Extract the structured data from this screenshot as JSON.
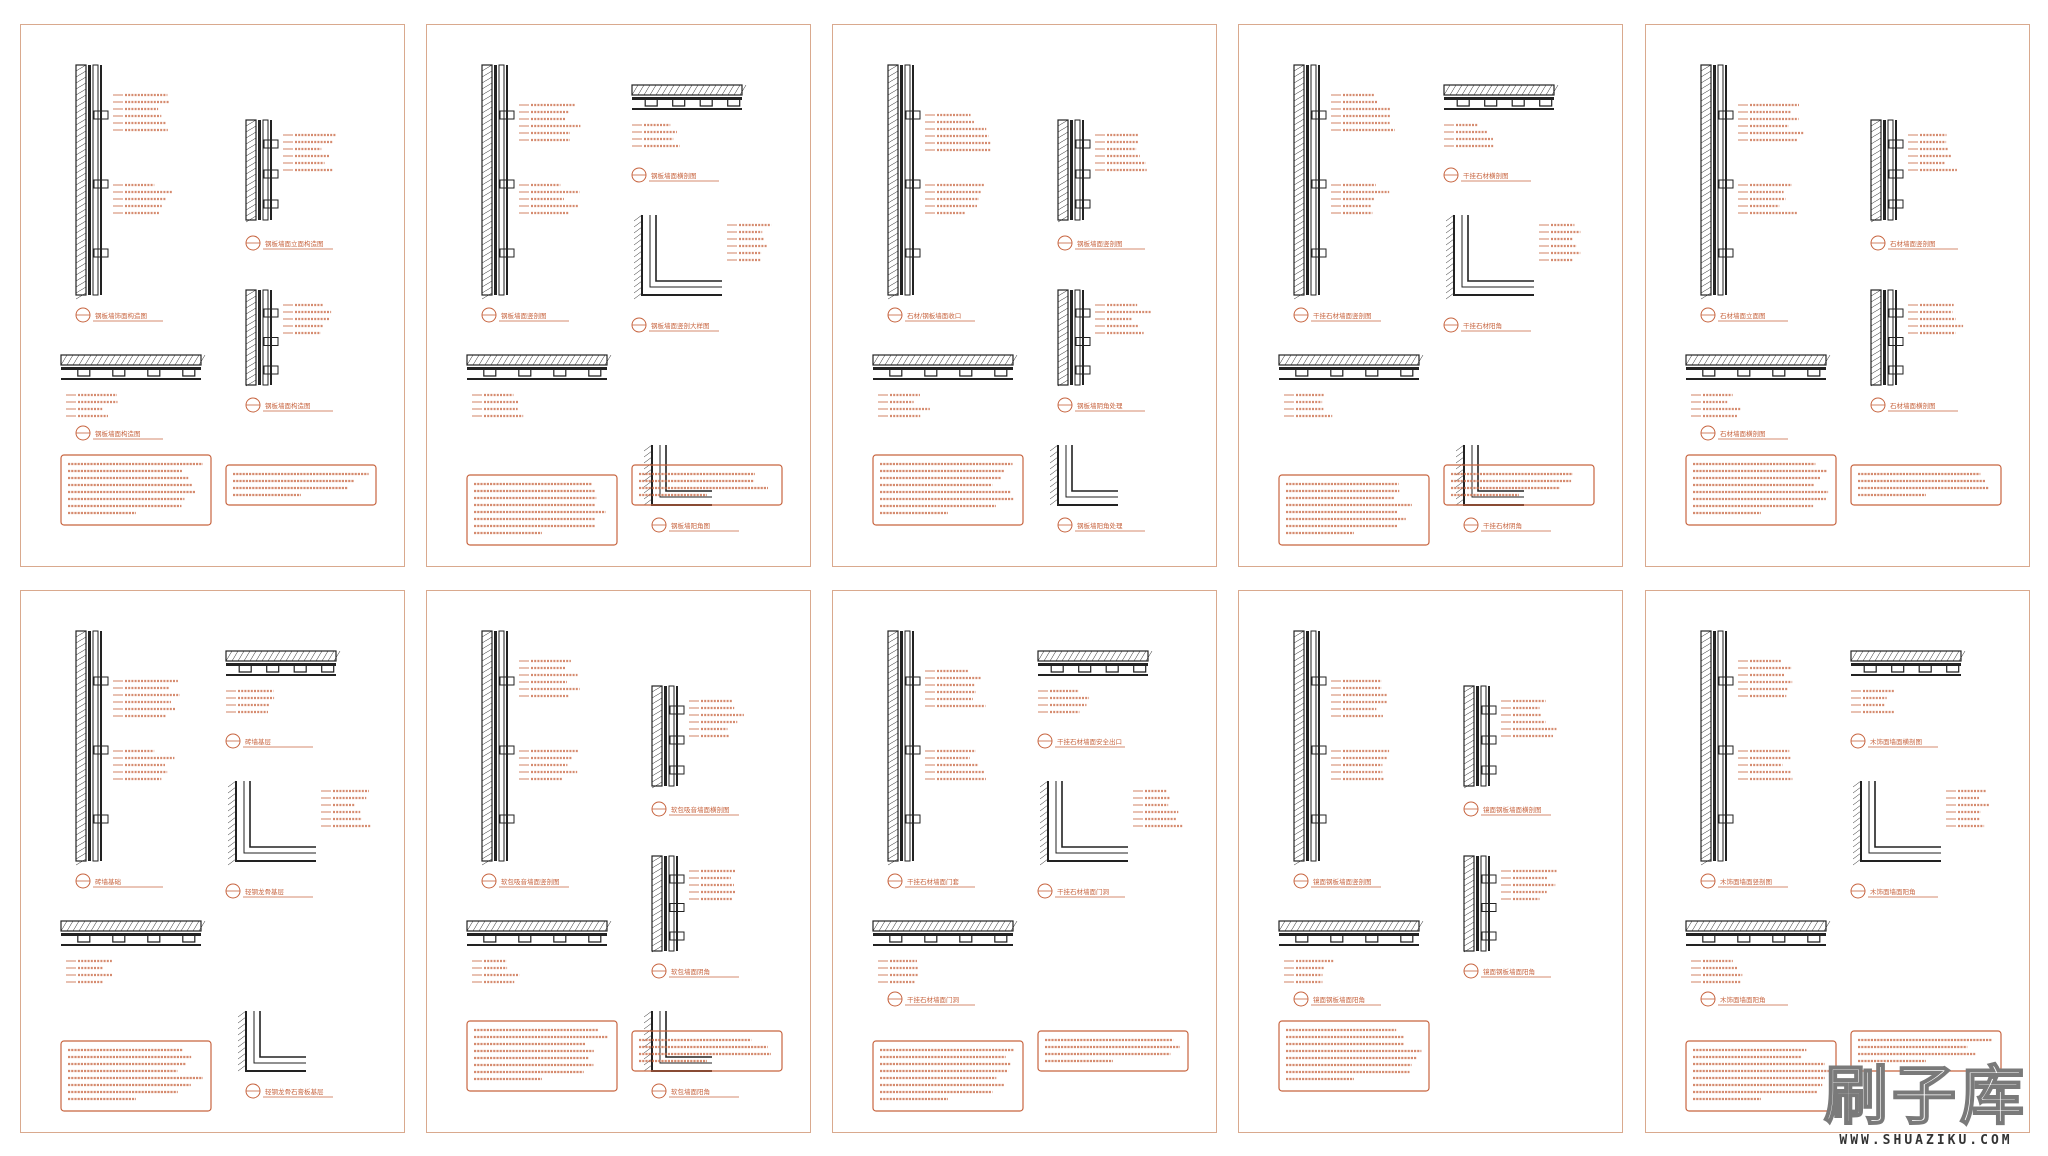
{
  "colors": {
    "accent": "#c7643f",
    "ink": "#222222",
    "border": "#d9a98e"
  },
  "sheets": [
    {
      "captions": [
        "钢板墙饰面构造图",
        "钢板墙面立面构造图",
        "钢板墙面构造图"
      ]
    },
    {
      "captions": [
        "钢板墙面竖剖图",
        "钢板墙面横剖图",
        "钢板墙面竖剖大样图",
        "钢板墙阳角图"
      ]
    },
    {
      "captions": [
        "石材/钢板墙面收口",
        "钢板墙面竖剖图",
        "钢板墙阴角处理",
        "钢板墙阳角处理"
      ]
    },
    {
      "captions": [
        "干挂石材墙面竖剖图",
        "干挂石材横剖图",
        "干挂石材阳角",
        "干挂石材阴角"
      ]
    },
    {
      "captions": [
        "石材墙面立面图",
        "石材墙面竖剖图",
        "石材墙面横剖图"
      ]
    },
    {
      "captions": [
        "砖墙基础",
        "砖墙基层",
        "轻钢龙骨基层",
        "轻钢龙骨石膏板基层"
      ]
    },
    {
      "captions": [
        "软包吸音墙面竖剖图",
        "软包吸音墙面横剖图",
        "软包墙面阴角",
        "软包墙面阳角"
      ]
    },
    {
      "captions": [
        "干挂石材墙面门套",
        "干挂石材墙面安全出口",
        "干挂石材墙面门洞"
      ]
    },
    {
      "captions": [
        "镜面钢板墙面竖剖图",
        "镜面钢板墙面横剖图",
        "镜面钢板墙面阳角"
      ]
    },
    {
      "captions": [
        "木饰面墙面竖剖图",
        "木饰面墙面横剖图",
        "木饰面墙面阳角"
      ]
    }
  ],
  "watermark": {
    "main": "刷子库",
    "sub": "WWW.SHUAZIKU.COM"
  }
}
